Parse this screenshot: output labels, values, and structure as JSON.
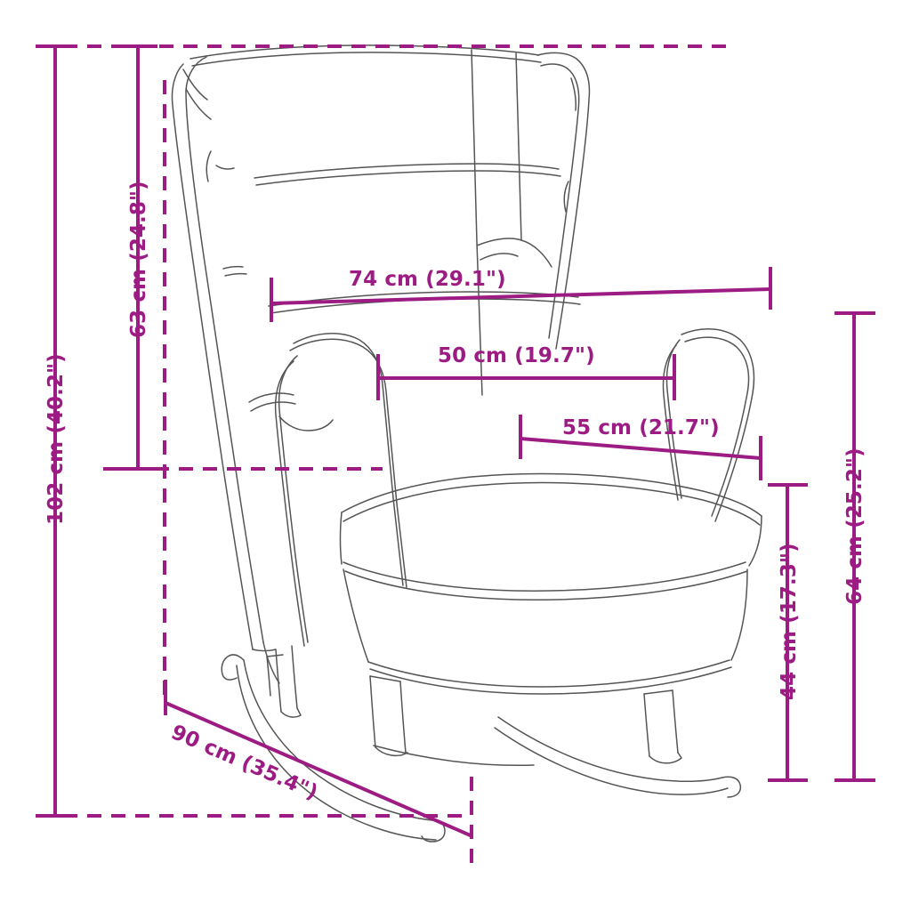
{
  "diagram": {
    "title": "Rocking chair dimension diagram",
    "product": "wingback rocking armchair",
    "accent_color": "#9c1c84",
    "line_color": "#444444",
    "background_color": "#ffffff",
    "units": "cm with inches in parentheses"
  },
  "dimensions": {
    "overall_height": {
      "label": "102 cm (40.2\")",
      "value_cm": 102,
      "value_in": 40.2,
      "orientation": "vertical",
      "side": "left"
    },
    "back_height": {
      "label": "63 cm (24.8\")",
      "value_cm": 63,
      "value_in": 24.8,
      "orientation": "vertical",
      "side": "left"
    },
    "overall_width": {
      "label": "74 cm (29.1\")",
      "value_cm": 74,
      "value_in": 29.1,
      "orientation": "horizontal",
      "side": "top"
    },
    "backrest_width": {
      "label": "50 cm (19.7\")",
      "value_cm": 50,
      "value_in": 19.7,
      "orientation": "horizontal",
      "side": "middle"
    },
    "seat_width": {
      "label": "55 cm (21.7\")",
      "value_cm": 55,
      "value_in": 21.7,
      "orientation": "horizontal",
      "side": "middle"
    },
    "overall_depth": {
      "label": "90 cm (35.4\")",
      "value_cm": 90,
      "value_in": 35.4,
      "orientation": "diagonal",
      "side": "bottom"
    },
    "side_depth": {
      "label": "64 cm (25.2\")",
      "value_cm": 64,
      "value_in": 25.2,
      "orientation": "vertical",
      "side": "right"
    },
    "seat_height": {
      "label": "44 cm (17.3\")",
      "value_cm": 44,
      "value_in": 17.3,
      "orientation": "vertical",
      "side": "right"
    }
  }
}
